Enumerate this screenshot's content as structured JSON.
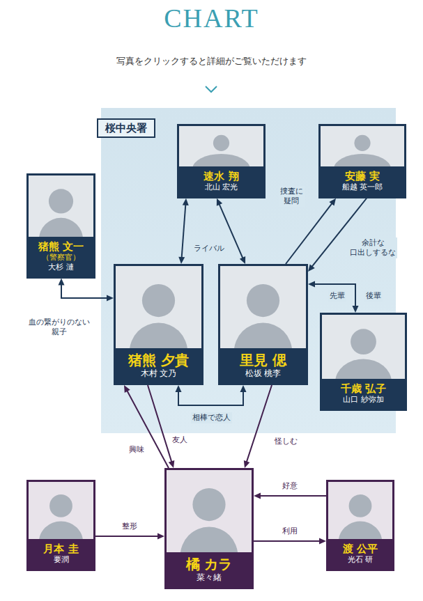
{
  "diagram": {
    "title": "CHART",
    "nodes": [
      {
        "text": [
          "桜中央署"
        ]
      },
      {
        "text": [
          "速水 翔",
          "北山 宏光"
        ],
        "in": 0
      },
      {
        "text": [
          "安藤 実",
          "船越 英一郎"
        ],
        "in": 0
      },
      {
        "text": [
          "猪熊 文一",
          "（警察官）",
          "大杉 漣"
        ]
      },
      {
        "text": [
          "猪熊 夕貴",
          "木村 文乃"
        ],
        "in": 0
      },
      {
        "text": [
          "里見 偲",
          "松坂 桃李"
        ],
        "in": 0
      },
      {
        "text": [
          "千歳 弘子",
          "山口 紗弥加"
        ],
        "in": 0
      },
      {
        "text": [
          "月本 圭",
          "要潤"
        ]
      },
      {
        "text": [
          "橘 カラ",
          "菜々緒"
        ]
      },
      {
        "text": [
          "渡 公平",
          "光石 研"
        ]
      }
    ],
    "edges": [
      {
        "from": 1,
        "to": 4,
        "arrow": "both",
        "label": "ライバル"
      },
      {
        "from": 1,
        "to": 5,
        "arrow": "both"
      },
      {
        "from": 5,
        "to": 2,
        "arrow": "to",
        "label": "捜査に 疑問"
      },
      {
        "from": 2,
        "to": 5,
        "arrow": "to",
        "label": "余計な 口出しするな"
      },
      {
        "from": 5,
        "to": 6,
        "arrow": "both",
        "label": "先輩"
      },
      {
        "from": 3,
        "to": 4,
        "arrow": "both",
        "label": "血の繋がりのない 親子"
      },
      {
        "from": 4,
        "to": 5,
        "arrow": "both",
        "label": "相棒で恋人"
      },
      {
        "from": 4,
        "to": 8,
        "arrow": "to",
        "label": "友人"
      },
      {
        "from": 8,
        "to": 4,
        "arrow": "to",
        "label": "興味"
      },
      {
        "from": 5,
        "to": 8,
        "arrow": "to",
        "label": "怪しむ"
      },
      {
        "from": 7,
        "to": 8,
        "arrow": "to",
        "label": "整形"
      },
      {
        "from": 9,
        "to": 8,
        "arrow": "to",
        "label": "好意"
      },
      {
        "from": 8,
        "to": 9,
        "arrow": "to",
        "label": "利用"
      }
    ],
    "labels": [
      "写真をクリックすると詳細がご覧いただけます",
      "後輩"
    ]
  }
}
